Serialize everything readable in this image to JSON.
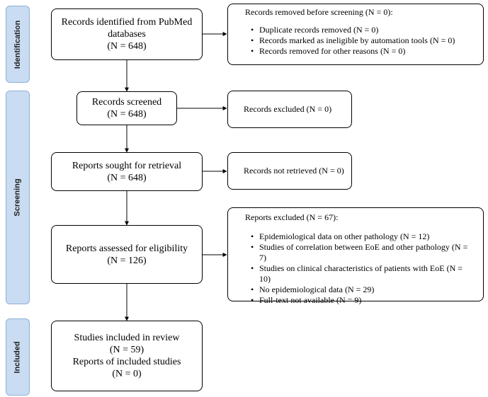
{
  "stages": {
    "identification": "Identification",
    "screening": "Screening",
    "included": "Included"
  },
  "identified": {
    "line1": "Records identified from PubMed",
    "line2": "databases",
    "count": "(N = 648)"
  },
  "removed_before": {
    "heading": "Records removed before screening (N = 0):",
    "items": [
      "Duplicate records removed (N = 0)",
      "Records marked as ineligible by automation tools (N = 0)",
      "Records removed for other reasons (N = 0)"
    ]
  },
  "screened": {
    "line1": "Records screened",
    "count": "(N = 648)"
  },
  "excluded": {
    "text": "Records excluded (N = 0)"
  },
  "sought": {
    "line1": "Reports sought for retrieval",
    "count": "(N = 648)"
  },
  "not_retrieved": {
    "text": "Records not retrieved (N = 0)"
  },
  "assessed": {
    "line1": "Reports assessed for eligibility",
    "count": "(N = 126)"
  },
  "reports_excluded": {
    "heading": "Reports excluded (N = 67):",
    "items": [
      "Epidemiological data on other pathology (N = 12)",
      "Studies of correlation between EoE and other pathology (N = 7)",
      "Studies on clinical characteristics of patients with EoE (N = 10)",
      "No epidemiological data (N = 29)",
      "Full-text not available (N = 9)"
    ]
  },
  "included": {
    "line1": "Studies included in review",
    "count1": "(N = 59)",
    "line2": "Reports of included studies",
    "count2": "(N = 0)"
  }
}
